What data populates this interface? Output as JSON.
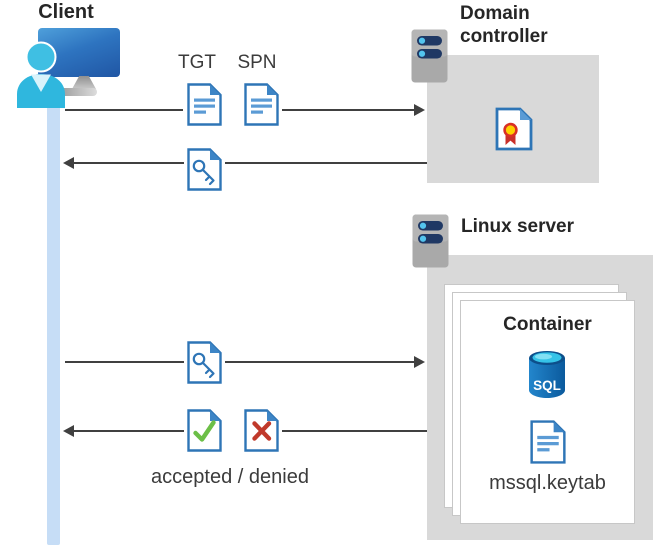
{
  "client": {
    "label": "Client"
  },
  "domain_controller": {
    "label": "Domain controller"
  },
  "linux_server": {
    "label": "Linux server"
  },
  "container": {
    "label": "Container",
    "sql_text": "SQL",
    "keytab_label": "mssql.keytab"
  },
  "messages": {
    "tgt_label": "TGT",
    "spn_label": "SPN",
    "accepted_denied_label": "accepted / denied"
  },
  "colors": {
    "doc_blue": "#2E75B6",
    "doc_fold_blue": "#3D85C6",
    "doc_line_blue": "#5B9BD5",
    "check_green": "#6CBF47",
    "deny_red": "#C0392B",
    "cert_red": "#D93025",
    "cert_yellow": "#FFD100",
    "sql_body_blue": "#0E62AC",
    "sql_top_cyan": "#35C3E8",
    "person_cyan": "#3FBFE3",
    "pill_navy": "#1F3864",
    "dot_cyan": "#53C4EE",
    "box_gray": "#D9D9D9",
    "arrow_gray": "#404040",
    "lifeline_blue": "#C6DDF6",
    "text_dark": "#262626",
    "text_gray": "#3B3B3B"
  }
}
